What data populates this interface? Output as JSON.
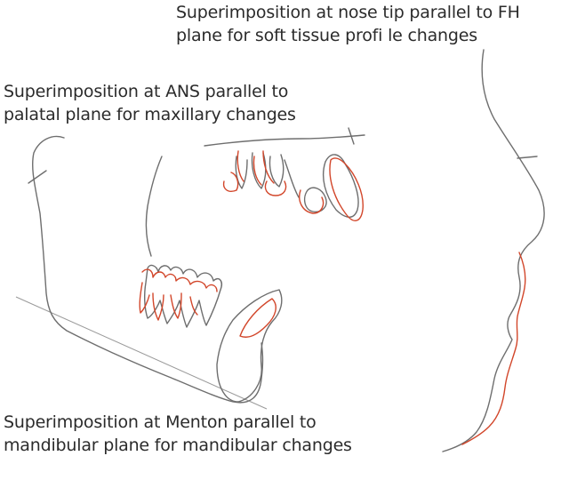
{
  "labels": {
    "nose_tip": {
      "line1": "Superimposition at nose tip parallel to FH",
      "line2": "plane for soft tissue profi le changes"
    },
    "ans": {
      "line1": "Superimposition at ANS parallel to",
      "line2": "palatal plane for maxillary changes"
    },
    "menton": {
      "line1": "Superimposition at Menton parallel to",
      "line2": "mandibular plane for mandibular changes"
    }
  },
  "colors": {
    "initial_tracing": "#6e6e6e",
    "final_tracing": "#d2462a",
    "text": "#2b2b2b"
  }
}
